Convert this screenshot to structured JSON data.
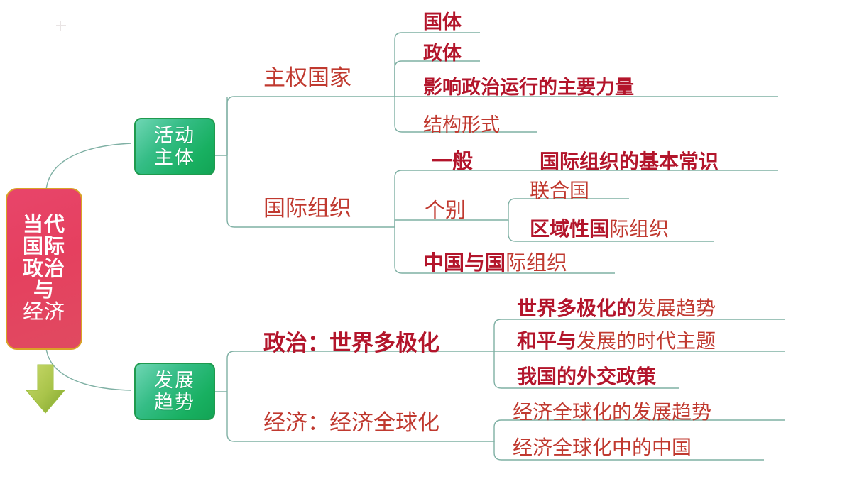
{
  "diagram": {
    "title": "当代国际政治与经济 思维导图",
    "colors": {
      "root_fill": "#e5405f",
      "root_border": "#d9a227",
      "root_text": "#ffffff",
      "branch_fill": "#18b061",
      "branch_border": "#1f9a4e",
      "branch_text": "#ffffff",
      "connector": "#7fb0a4",
      "label_bold": "#b3152b",
      "label_regular": "#c0392f",
      "arrow": "#9dbf3f",
      "background": "#ffffff"
    }
  },
  "root": {
    "name": "当代国际政治与经济",
    "lines": [
      {
        "text": "当代",
        "weight": "bold"
      },
      {
        "text": "国际",
        "weight": "bold"
      },
      {
        "text": "政治",
        "weight": "bold"
      },
      {
        "text": "与",
        "weight": "bold"
      },
      {
        "text": "经济",
        "weight": "normal"
      }
    ]
  },
  "arrow": {
    "name": "down-arrow",
    "direction": "down",
    "color": "#9dbf3f"
  },
  "branches": [
    {
      "id": "actors",
      "label_lines": [
        "活动",
        "主体"
      ],
      "label": "活动主体",
      "children": [
        {
          "id": "sovereign-state",
          "label": "主权国家",
          "weight": "normal",
          "children": [
            {
              "label": "国体",
              "weight": "bold"
            },
            {
              "label": "政体",
              "weight": "bold"
            },
            {
              "label": "影响政治运行的主要力量",
              "weight": "bold"
            },
            {
              "label": "结构形式",
              "weight": "normal"
            }
          ]
        },
        {
          "id": "international-organizations",
          "label": "国际组织",
          "weight": "normal",
          "children": [
            {
              "label": "一般",
              "weight": "bold",
              "children": [
                {
                  "label": "国际组织的基本常识",
                  "weight": "bold"
                }
              ]
            },
            {
              "label": "个别",
              "weight": "normal",
              "children": [
                {
                  "label": "联合国",
                  "weight": "normal"
                },
                {
                  "label_bold": "区域性国",
                  "label_regular": "际组织",
                  "label": "区域性国际组织",
                  "weight": "mixed"
                }
              ]
            },
            {
              "label_bold": "中国与国",
              "label_regular": "际组织",
              "label": "中国与国际组织",
              "weight": "mixed"
            }
          ]
        }
      ]
    },
    {
      "id": "trends",
      "label_lines": [
        "发展",
        "趋势"
      ],
      "label": "发展趋势",
      "children": [
        {
          "id": "politics-multipolar",
          "label": "政治：世界多极化",
          "weight": "bold",
          "children": [
            {
              "label_bold": "世界多极化的",
              "label_regular": "发展趋势",
              "label": "世界多极化的发展趋势",
              "weight": "mixed"
            },
            {
              "label_bold": "和平与",
              "label_regular": "发展的时代主题",
              "label": "和平与发展的时代主题",
              "weight": "mixed"
            },
            {
              "label": "我国的外交政策",
              "weight": "bold"
            }
          ]
        },
        {
          "id": "economy-globalization",
          "label": "经济：经济全球化",
          "weight": "normal",
          "children": [
            {
              "label": "经济全球化的发展趋势",
              "weight": "normal"
            },
            {
              "label": "经济全球化中的中国",
              "weight": "normal"
            }
          ]
        }
      ]
    }
  ]
}
